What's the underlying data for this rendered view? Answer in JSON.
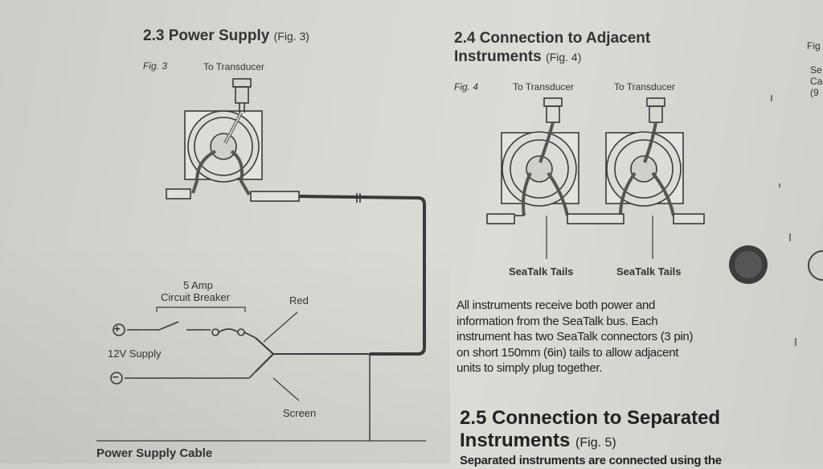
{
  "left": {
    "heading": {
      "number": "2.3",
      "title": "Power Supply",
      "fig": "(Fig. 3)"
    },
    "fig_label": "Fig. 3",
    "to_transducer": "To Transducer",
    "amp": "5 Amp",
    "circuit_breaker": "Circuit Breaker",
    "red": "Red",
    "supply": "12V Supply",
    "screen": "Screen",
    "cable": "Power Supply Cable",
    "plus": "+",
    "minus": "−"
  },
  "middle": {
    "heading_line1": {
      "number": "2.4",
      "title": "Connection to Adjacent"
    },
    "heading_line2": {
      "title": "Instruments",
      "fig": "(Fig. 4)"
    },
    "fig_label": "Fig. 4",
    "to_transducer_1": "To Transducer",
    "to_transducer_2": "To Transducer",
    "seatalk_1": "SeaTalk Tails",
    "seatalk_2": "SeaTalk Tails",
    "paragraph": [
      "All instruments receive both power and",
      "information from the SeaTalk bus. Each",
      "instrument has two SeaTalk connectors (3 pin)",
      "on short 150mm (6in) tails to allow adjacent",
      "units to simply plug together."
    ],
    "section25": {
      "number": "2.5",
      "title_line1": "Connection to Separated",
      "title_line2": "Instruments",
      "fig": "(Fig. 5)"
    },
    "cut_line": "Separated instruments are connected using the"
  },
  "right": {
    "fig": "Fig",
    "lines": [
      "Se",
      "Ca",
      "(9"
    ]
  }
}
